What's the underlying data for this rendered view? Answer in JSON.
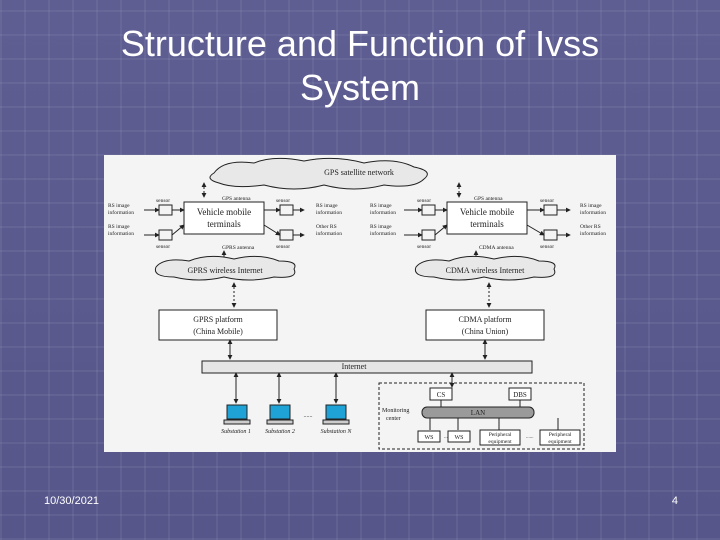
{
  "slide": {
    "title_line1": "Structure and Function of Ivss",
    "title_line2": "System",
    "date": "10/30/2021",
    "page_number": "4"
  },
  "diagram": {
    "gps_network": "GPS satellite network",
    "left": {
      "sensor_tl": "sensor",
      "sensor_bl": "sensor",
      "sensor_tr": "sensor",
      "sensor_br": "sensor",
      "gps_antenna": "GPS antenna",
      "terminal_line1": "Vehicle mobile",
      "terminal_line2": "terminals",
      "gprs_antenna": "GPRS antenna",
      "info_in_1a": "RS image",
      "info_in_1b": "information",
      "info_in_2a": "RS image",
      "info_in_2b": "information",
      "info_out_1a": "RS image",
      "info_out_1b": "information",
      "info_out_2a": "Other RS",
      "info_out_2b": "information",
      "cloud": "GPRS wireless Internet",
      "platform_line1": "GPRS platform",
      "platform_line2": "(China Mobile)"
    },
    "right": {
      "sensor_tl": "sensor",
      "sensor_bl": "sensor",
      "sensor_tr": "sensor",
      "sensor_br": "sensor",
      "gps_antenna": "GPS antenna",
      "terminal_line1": "Vehicle mobile",
      "terminal_line2": "terminals",
      "cdma_antenna": "CDMA antenna",
      "info_in_1a": "RS image",
      "info_in_1b": "information",
      "info_in_2a": "RS image",
      "info_in_2b": "information",
      "info_out_1a": "RS image",
      "info_out_1b": "information",
      "info_out_2a": "Other RS",
      "info_out_2b": "information",
      "cloud": "CDMA wireless Internet",
      "platform_line1": "CDMA platform",
      "platform_line2": "(China Union)"
    },
    "internet": "Internet",
    "stations": {
      "s1": "Substation 1",
      "s2": "Substation 2",
      "ellipsis": "......",
      "sn": "Substation N"
    },
    "monitoring": {
      "label_line1": "Monitoring",
      "label_line2": "center",
      "cs": "CS",
      "dbs": "DBS",
      "lan": "LAN",
      "ws1": "WS",
      "ws2": "WS",
      "dots1": "......",
      "peripheral1_line1": "Peripheral",
      "peripheral1_line2": "equipment",
      "dots2": "......",
      "peripheral2_line1": "Peripheral",
      "peripheral2_line2": "equipment"
    }
  }
}
